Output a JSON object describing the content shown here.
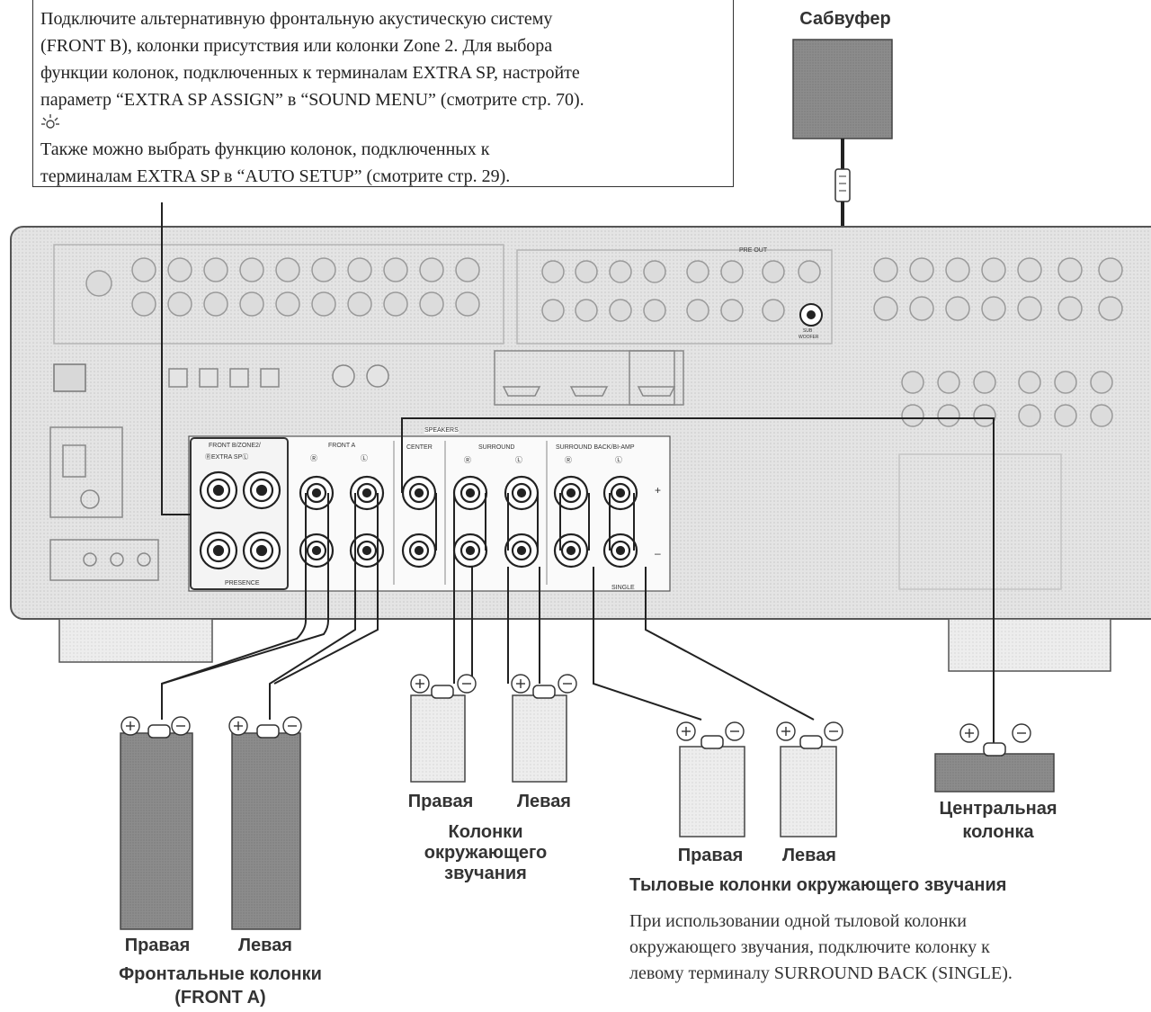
{
  "note": {
    "line1": "Подключите альтернативную фронтальную акустическую систему",
    "line2": "(FRONT B), колонки присутствия или колонки Zone 2. Для выбора",
    "line3": "функции колонок, подключенных к терминалам EXTRA SP, настройте",
    "line4": "параметр “EXTRA SP ASSIGN” в “SOUND MENU” (смотрите стр. 70).",
    "tip_icon": "lightbulb-icon",
    "tip1": "Также можно выбрать функцию колонок, подключенных к",
    "tip2": "терминалам EXTRA SP в “AUTO SETUP” (смотрите стр. 29)."
  },
  "subwoofer": {
    "label": "Сабвуфер"
  },
  "receiver": {
    "pre_out": "PRE OUT",
    "sub_woofer_line1": "SUB",
    "sub_woofer_line2": "WOOFER",
    "speakers": "SPEAKERS",
    "front_b_line1": "FRONT B/ZONE2/",
    "front_b_line2": "ⓇEXTRA SPⓁ",
    "front_a": "FRONT A",
    "center": "CENTER",
    "surround": "SURROUND",
    "surround_back": "SURROUND BACK/BI-AMP",
    "presence": "PRESENCE",
    "single": "SINGLE",
    "r_mark": "Ⓡ",
    "l_mark": "Ⓛ",
    "plus": "+",
    "minus": "–"
  },
  "speakers": {
    "plus": "+",
    "minus": "−",
    "front_right": "Правая",
    "front_left": "Левая",
    "front_group_line1": "Фронтальные колонки",
    "front_group_line2": "(FRONT A)",
    "surround_right": "Правая",
    "surround_left": "Левая",
    "surround_group_line1": "Колонки",
    "surround_group_line2": "окружающего",
    "surround_group_line3": "звучания",
    "back_right": "Правая",
    "back_left": "Левая",
    "back_group": "Тыловые колонки окружающего звучания",
    "center_line1": "Центральная",
    "center_line2": "колонка"
  },
  "bottom_note": {
    "line1": "При использовании одной тыловой колонки",
    "line2": "окружающего звучания, подключите колонку к",
    "line3": "левому терминалу SURROUND BACK (SINGLE)."
  }
}
